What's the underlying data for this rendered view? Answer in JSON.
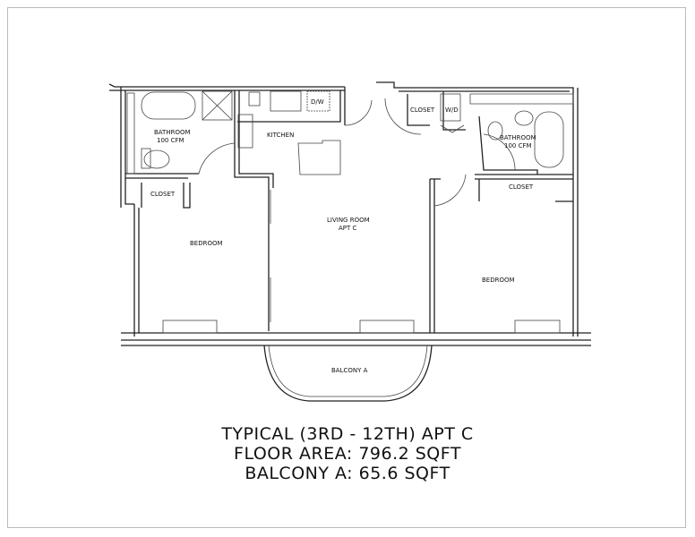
{
  "plan": {
    "rooms": {
      "bath_left": "BATHROOM",
      "bath_left_cfm": "100 CFM",
      "kitchen": "KITCHEN",
      "dw": "D/W",
      "closet_left": "CLOSET",
      "bedroom_left": "BEDROOM",
      "living": "LIVING ROOM",
      "living_apt": "APT C",
      "closet_top": "CLOSET",
      "wd": "W/D",
      "bath_right": "BATHROOM",
      "bath_right_cfm": "100 CFM",
      "closet_right": "CLOSET",
      "bedroom_right": "BEDROOM",
      "balcony": "BALCONY A"
    }
  },
  "caption": {
    "line1": "TYPICAL (3RD - 12TH) APT C",
    "line2": "FLOOR AREA: 796.2 SQFT",
    "line3": "BALCONY A: 65.6 SQFT"
  }
}
